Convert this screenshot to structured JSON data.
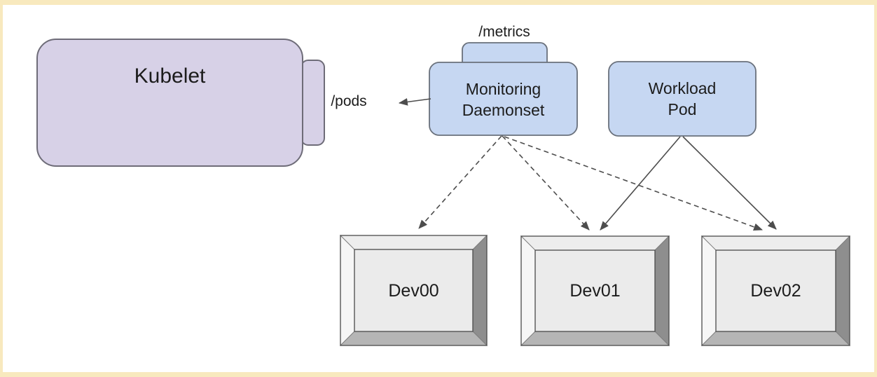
{
  "colors": {
    "frame": "#F8E9BE",
    "canvas": "#FFFFFF",
    "kubelet_fill": "#D7D1E7",
    "kubelet_border": "#6E6C78",
    "pod_fill": "#C6D7F2",
    "pod_border": "#6A717C",
    "edge_line": "#4D4D4D",
    "bevel_top": "#EDEDED",
    "bevel_left": "#F6F6F6",
    "bevel_right": "#8E8E8E",
    "bevel_bottom": "#B5B5B5",
    "device_face": "#EBEBEB",
    "text": "#1C1C1C"
  },
  "nodes": {
    "kubelet": {
      "label": "Kubelet"
    },
    "monitoring_daemonset": {
      "label": "Monitoring\nDaemonset"
    },
    "workload_pod": {
      "label": "Workload\nPod"
    },
    "devices": [
      {
        "label": "Dev00"
      },
      {
        "label": "Dev01"
      },
      {
        "label": "Dev02"
      }
    ]
  },
  "endpoints": {
    "pods": "/pods",
    "metrics": "/metrics"
  },
  "edges": [
    {
      "from": "monitoring_daemonset",
      "to": "kubelet",
      "label": "/pods",
      "style": "solid-arrow"
    },
    {
      "from": "monitoring_daemonset",
      "to": "Dev00",
      "style": "dashed-arrow"
    },
    {
      "from": "monitoring_daemonset",
      "to": "Dev01",
      "style": "dashed-arrow"
    },
    {
      "from": "monitoring_daemonset",
      "to": "Dev02",
      "style": "dashed-arrow"
    },
    {
      "from": "workload_pod",
      "to": "Dev01",
      "style": "solid-arrow"
    },
    {
      "from": "workload_pod",
      "to": "Dev02",
      "style": "solid-arrow"
    }
  ]
}
